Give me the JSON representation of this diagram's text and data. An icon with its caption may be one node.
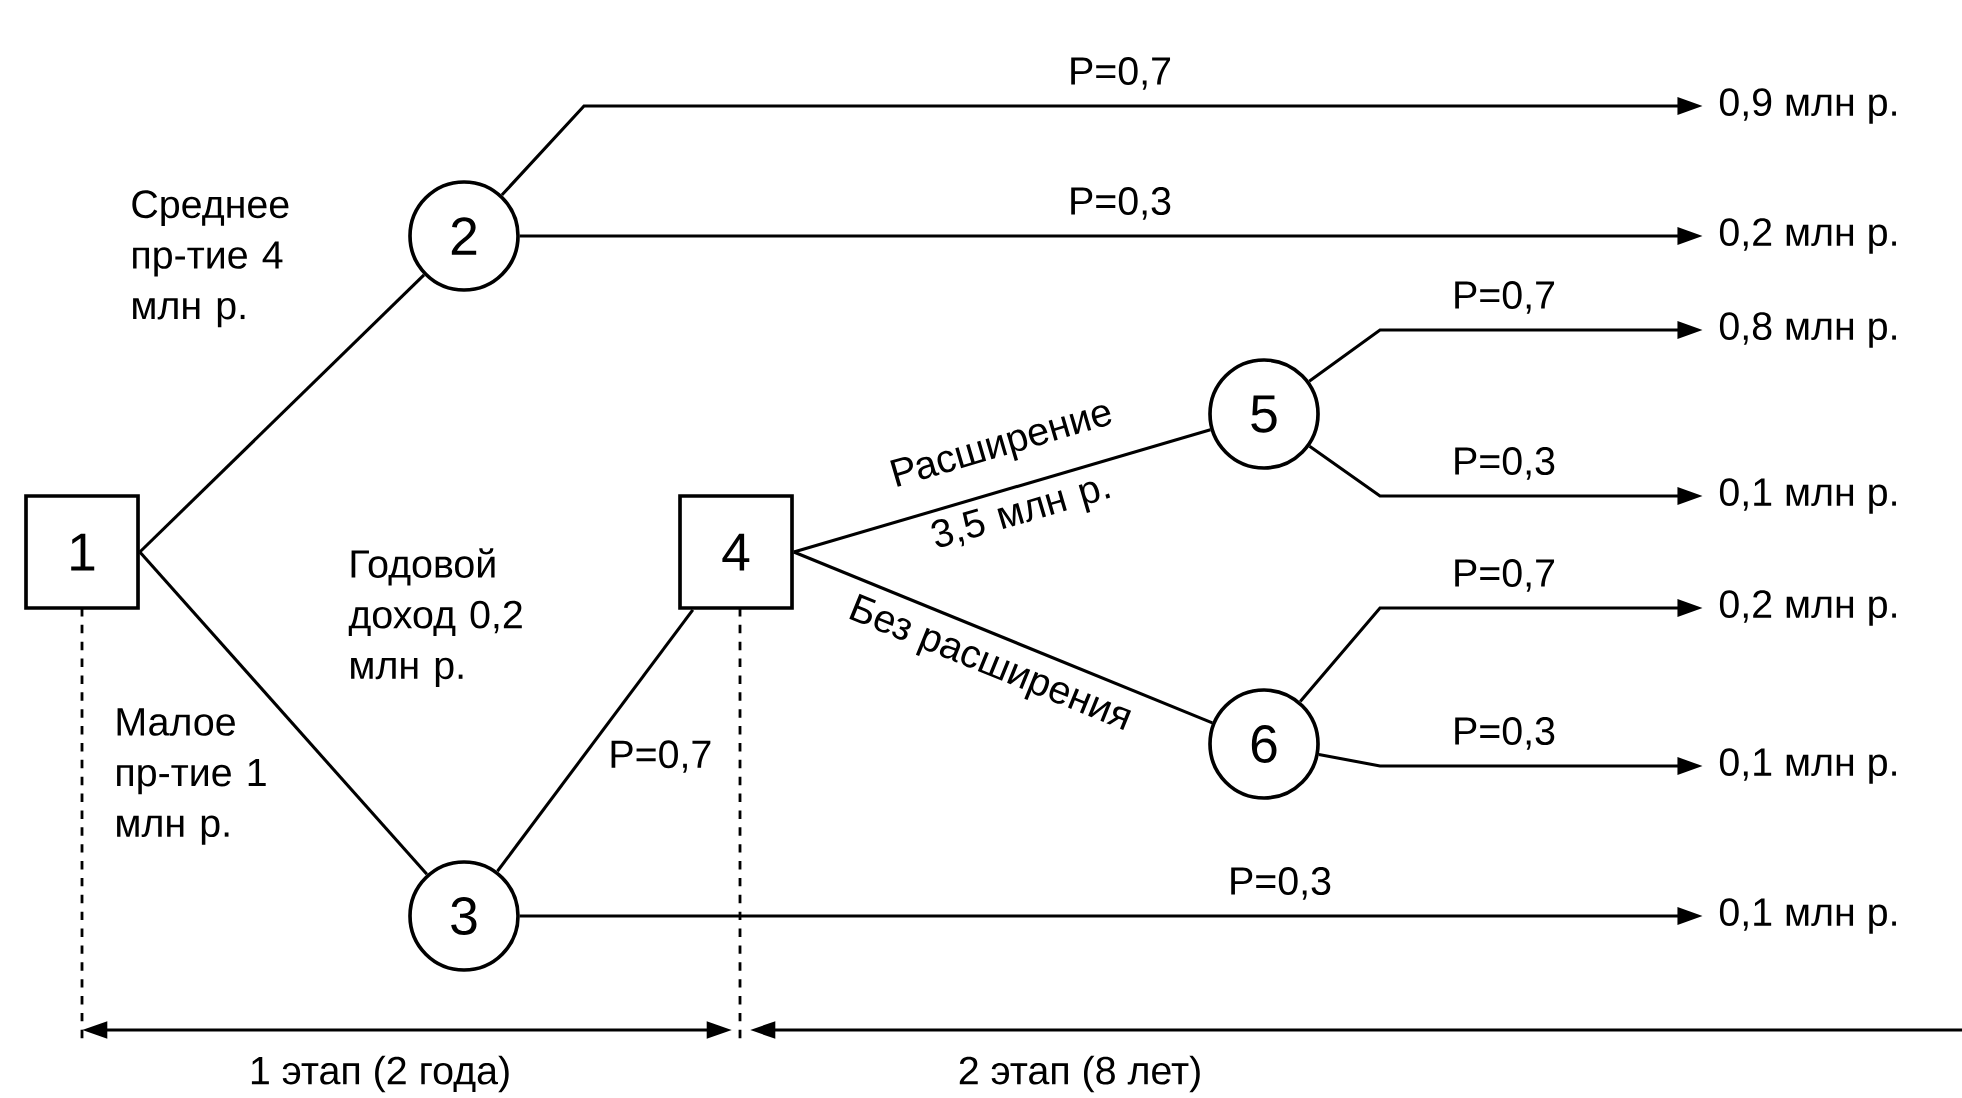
{
  "diagram": {
    "nodes": [
      {
        "text": [
          "1"
        ]
      },
      {
        "text": [
          "2"
        ]
      },
      {
        "text": [
          "3"
        ]
      },
      {
        "text": [
          "4"
        ]
      },
      {
        "text": [
          "5"
        ]
      },
      {
        "text": [
          "6"
        ]
      },
      {
        "text": [
          "0,9 млн р."
        ]
      },
      {
        "text": [
          "0,2 млн р."
        ]
      },
      {
        "text": [
          "0,8 млн р."
        ]
      },
      {
        "text": [
          "0,1 млн р."
        ]
      },
      {
        "text": [
          "0,2 млн р."
        ]
      },
      {
        "text": [
          "0,1 млн р."
        ]
      },
      {
        "text": [
          "0,1 млн р."
        ]
      }
    ],
    "edges": [
      {
        "from": 0,
        "to": 1,
        "arrow": "none",
        "label": "Среднее пр-тие 4 млн р."
      },
      {
        "from": 0,
        "to": 2,
        "arrow": "none",
        "label": "Малое пр-тие 1 млн р."
      },
      {
        "from": 2,
        "to": 3,
        "arrow": "none",
        "label": "P=0,7"
      },
      {
        "from": 3,
        "to": 4,
        "arrow": "none",
        "label": "Расширение 3,5 млн р."
      },
      {
        "from": 3,
        "to": 5,
        "arrow": "none",
        "label": "Без расширения"
      },
      {
        "from": 1,
        "to": 6,
        "arrow": "to",
        "label": "P=0,7"
      },
      {
        "from": 1,
        "to": 7,
        "arrow": "to",
        "label": "P=0,3"
      },
      {
        "from": 4,
        "to": 8,
        "arrow": "to",
        "label": "P=0,7"
      },
      {
        "from": 4,
        "to": 9,
        "arrow": "to",
        "label": "P=0,3"
      },
      {
        "from": 5,
        "to": 10,
        "arrow": "to",
        "label": "P=0,7"
      },
      {
        "from": 5,
        "to": 11,
        "arrow": "to",
        "label": "P=0,3"
      },
      {
        "from": 2,
        "to": 12,
        "arrow": "to",
        "label": "P=0,3"
      }
    ],
    "labels": [
      "Годовой доход 0,2 млн р.",
      "1 этап (2 года)",
      "2 этап (8 лет)"
    ]
  }
}
